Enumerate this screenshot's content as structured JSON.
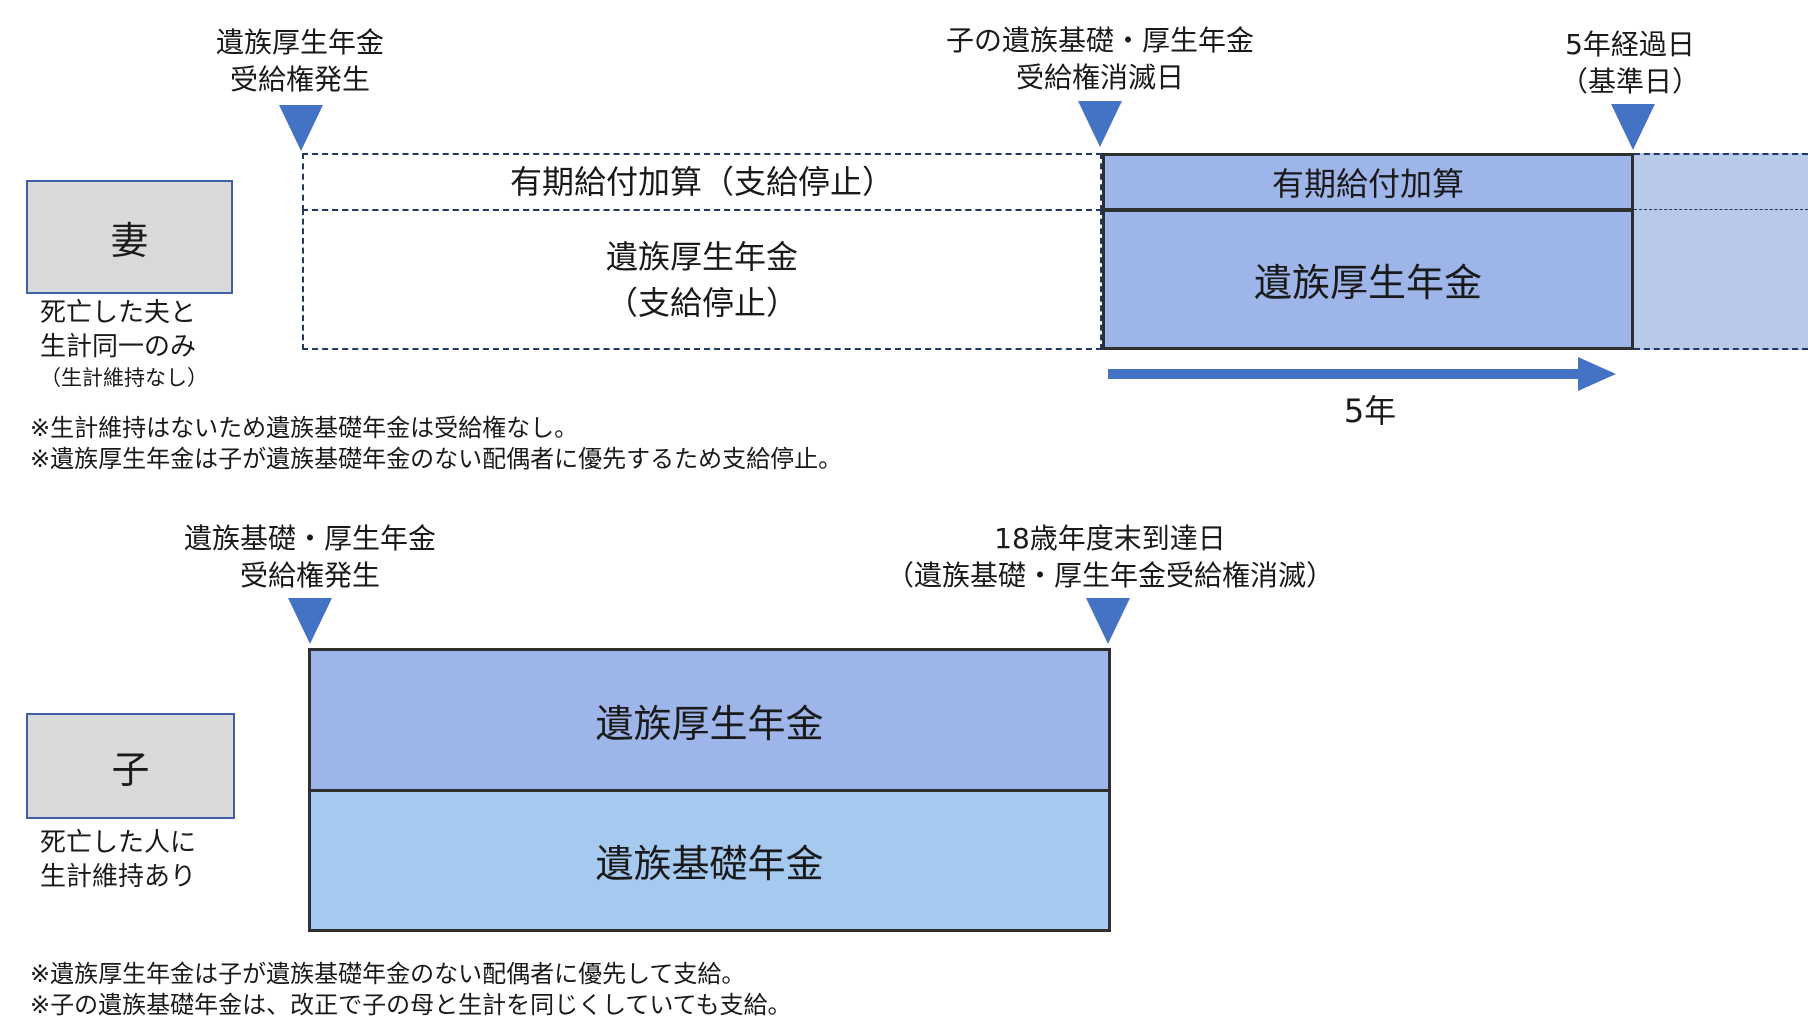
{
  "wife": {
    "marker1_label": [
      "遺族厚生年金",
      "受給権発生"
    ],
    "marker2_label": [
      "子の遺族基礎・厚生年金",
      "受給権消滅日"
    ],
    "marker3_label": [
      "5年経過日",
      "（基準日）"
    ],
    "person_label": "妻",
    "person_caption": [
      "死亡した夫と",
      "生計同一のみ",
      "（生計維持なし）"
    ],
    "stopped_addition": "有期給付加算（支給停止）",
    "stopped_pension": [
      "遺族厚生年金",
      "（支給停止）"
    ],
    "addition": "有期給付加算",
    "pension": "遺族厚生年金",
    "period": "5年",
    "notes": [
      "※生計維持はないため遺族基礎年金は受給権なし。",
      "※遺族厚生年金は子が遺族基礎年金のない配偶者に優先するため支給停止。"
    ]
  },
  "child": {
    "marker1_label": [
      "遺族基礎・厚生年金",
      "受給権発生"
    ],
    "marker2_label": [
      "18歳年度末到達日",
      "（遺族基礎・厚生年金受給権消滅）"
    ],
    "person_label": "子",
    "person_caption": [
      "死亡した人に",
      "生計維持あり"
    ],
    "pension_employee": "遺族厚生年金",
    "pension_basic": "遺族基礎年金",
    "notes": [
      "※遺族厚生年金は子が遺族基礎年金のない配偶者に優先して支給。",
      "※子の遺族基礎年金は、改正で子の母と生計を同じくしていても支給。"
    ]
  },
  "colors": {
    "marker": "#4472c4",
    "bar_dark": "#9db5e8",
    "bar_light": "#a6c9f0",
    "arrow": "#4472c4",
    "person_box": "#d9d9d9"
  }
}
